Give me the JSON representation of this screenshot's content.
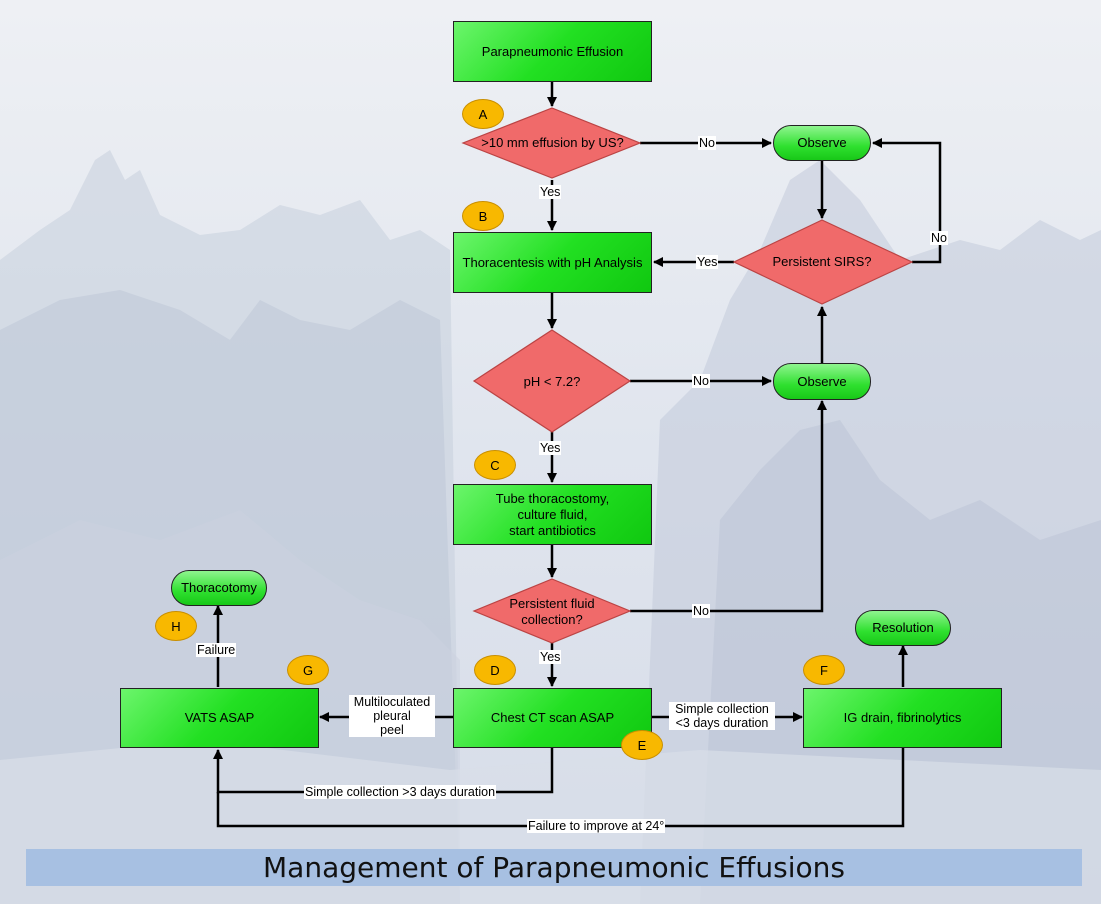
{
  "nodes": {
    "parapneumonic_effusion": "Parapneumonic Effusion",
    "effusion_by_us": ">10 mm effusion by US?",
    "observe_top": "Observe",
    "persistent_sirs": "Persistent SIRS?",
    "thoracentesis": "Thoracentesis with pH Analysis",
    "ph_check": "pH < 7.2?",
    "observe_mid": "Observe",
    "tube_thoracostomy": "Tube thoracostomy,\nculture fluid,\nstart antibiotics",
    "persistent_fluid": "Persistent fluid\ncollection?",
    "chest_ct": "Chest CT scan ASAP",
    "vats": "VATS ASAP",
    "thoracotomy": "Thoracotomy",
    "ig_drain": "IG drain, fibrinolytics",
    "resolution": "Resolution"
  },
  "badges": {
    "a": "A",
    "b": "B",
    "c": "C",
    "d": "D",
    "e": "E",
    "f": "F",
    "g": "G",
    "h": "H"
  },
  "edge_labels": {
    "no_us": "No",
    "yes_us": "Yes",
    "yes_sirs": "Yes",
    "no_sirs": "No",
    "no_ph": "No",
    "yes_ph": "Yes",
    "no_fluid": "No",
    "yes_fluid": "Yes",
    "multiloculated": "Multiloculated\npleural\npeel",
    "simple_lt3": "Simple collection\n<3 days duration",
    "simple_gt3": "Simple collection >3 days duration",
    "failure": "Failure",
    "failure_improve": "Failure to improve at 24°"
  },
  "title": "Management of Parapneumonic Effusions",
  "colors": {
    "process": "#22e022",
    "decision": "#f06a6a",
    "badge": "#f8b800",
    "title_bar": "#a7c0e2"
  }
}
